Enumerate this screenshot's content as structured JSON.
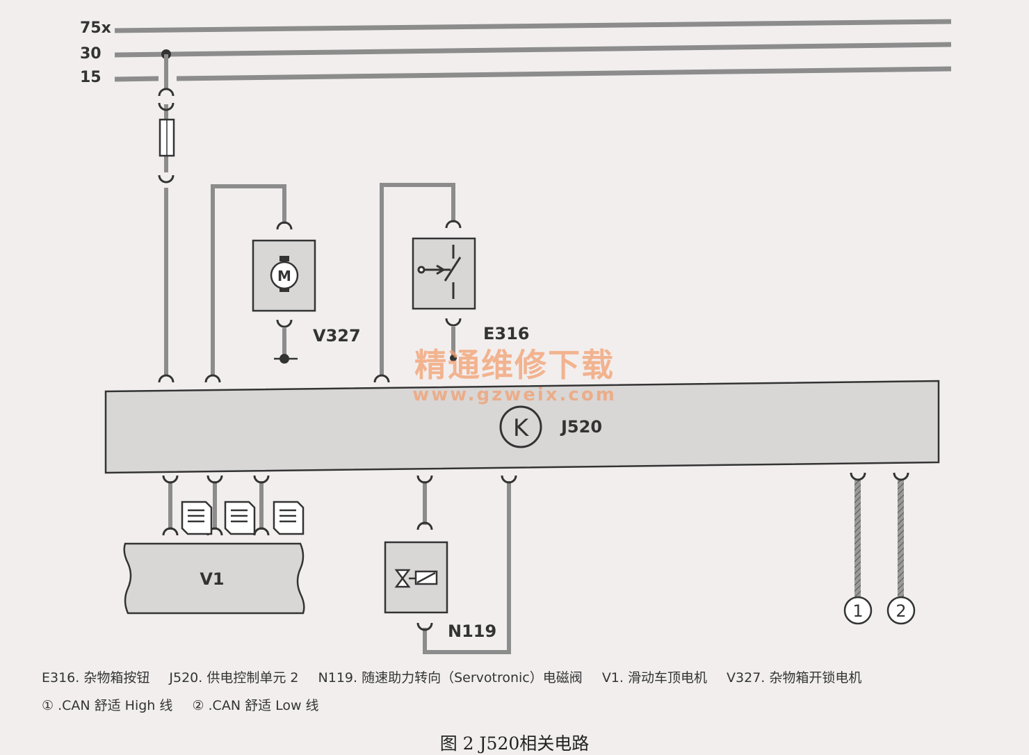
{
  "buses": {
    "b75x": "75x",
    "b30": "30",
    "b15": "15"
  },
  "components": {
    "v327": "V327",
    "e316": "E316",
    "j520": "J520",
    "v1": "V1",
    "n119": "N119",
    "motor_symbol": "M",
    "module_symbol": "K"
  },
  "connectors": {
    "can_high_marker": "1",
    "can_low_marker": "2"
  },
  "legend": {
    "e316": "E316. 杂物箱按钮",
    "j520": "J520. 供电控制单元 2",
    "n119": "N119. 随速助力转向（Servotronic）电磁阀",
    "v1": "V1. 滑动车顶电机",
    "v327": "V327. 杂物箱开锁电机",
    "can_high": "① .CAN 舒适 High 线",
    "can_low": "② .CAN 舒适 Low 线"
  },
  "figure_title": "图 2  J520相关电路",
  "watermark": {
    "line1": "精通维修下载",
    "line2": "www.gzweix.com"
  },
  "colors": {
    "wire": "#8c8c8c",
    "box_fill": "#d9d6d6",
    "stroke": "#333333",
    "watermark": "#f2a070"
  }
}
